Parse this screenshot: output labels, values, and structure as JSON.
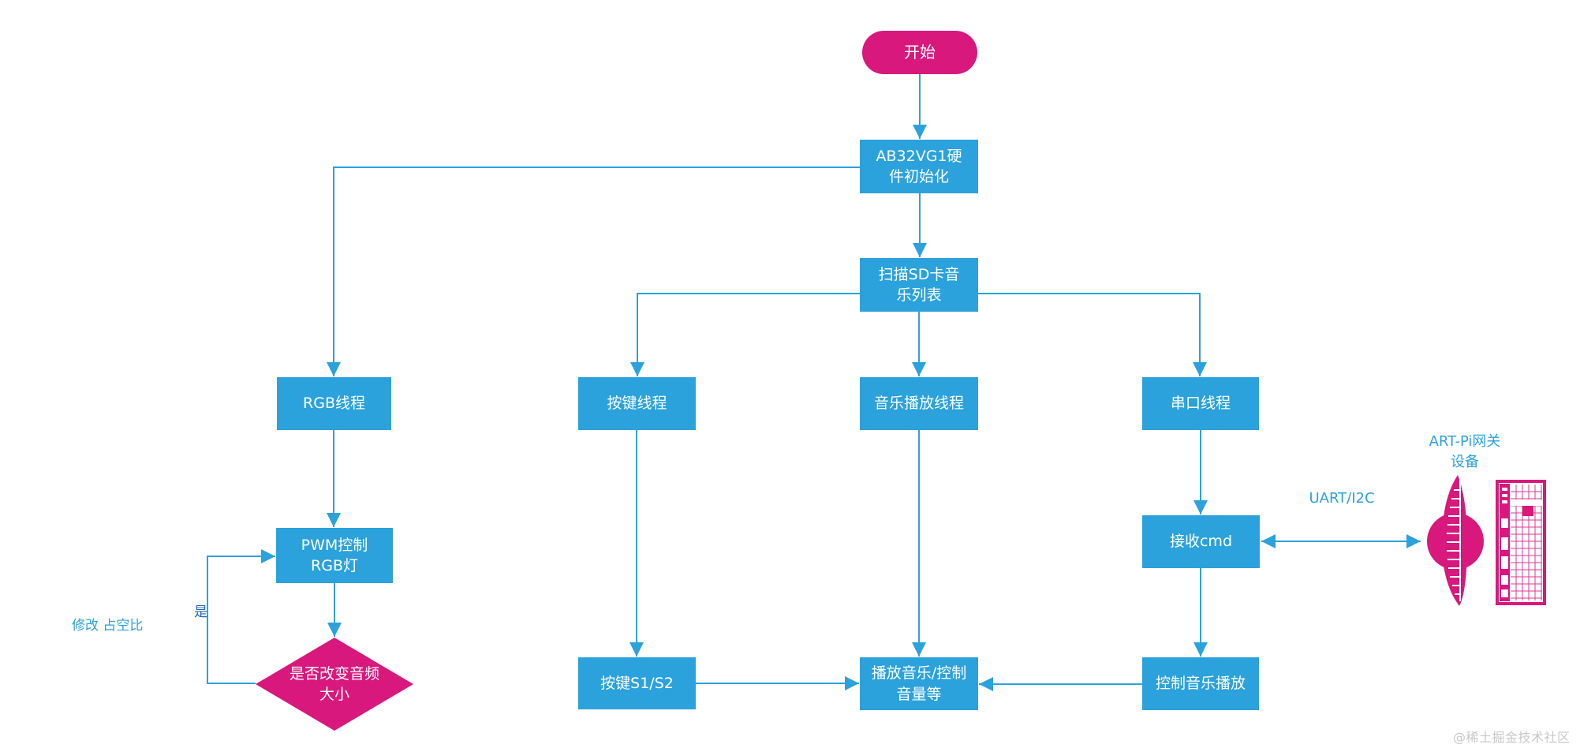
{
  "watermark": "@稀土掘金技术社区",
  "colors": {
    "box_blue": "#2BA2DB",
    "accent_pink": "#D8187C",
    "node_text": "#FFFFFF",
    "label_blue": "#2BA2DB",
    "yes_label_blue": "#1B66AE",
    "watermark_gray": "#C7C7C9"
  },
  "nodes": {
    "start": "开始",
    "init": "AB32VG1硬件初始化",
    "scan": "扫描SD卡音乐列表",
    "rgb_thread": "RGB线程",
    "key_thread": "按键线程",
    "music_thread": "音乐播放线程",
    "uart_thread": "串口线程",
    "pwm": "PWM控制RGB灯",
    "decision": "是否改变音频大小",
    "key_s1s2": "按键S1/S2",
    "play": "播放音乐/控制音量等",
    "recv": "接收cmd",
    "control": "控制音乐播放"
  },
  "edge_labels": {
    "modify_duty": "修改 占空比",
    "yes": "是",
    "uart_i2c": "UART/I2C",
    "gateway_device": "ART-Pi网关设备"
  }
}
